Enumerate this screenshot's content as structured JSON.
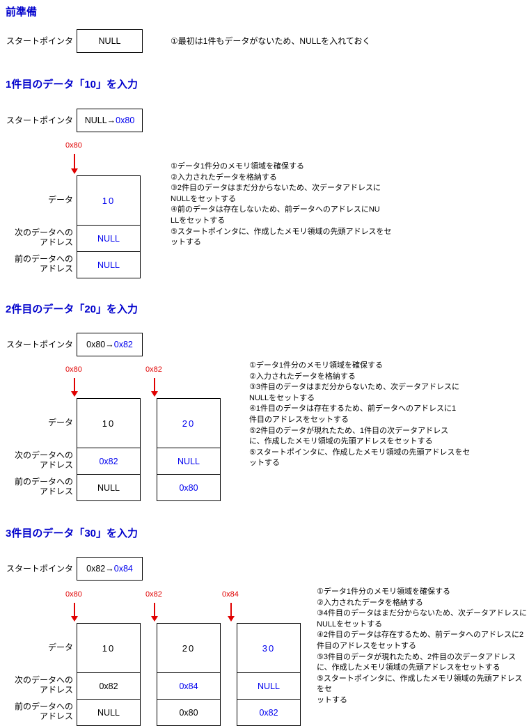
{
  "palette": {
    "title_blue": "#0000cc",
    "value_blue": "#0000ee",
    "address_red": "#e00000",
    "text_black": "#000000"
  },
  "row_labels": {
    "data": "データ",
    "next": "次のデータへの\nアドレス",
    "prev": "前のデータへの\nアドレス"
  },
  "sections": [
    {
      "title": "前準備",
      "start_pointer": {
        "label": "スタートポインタ",
        "old": "NULL"
      },
      "notes": "①最初は1件もデータがないため、NULLを入れておく",
      "nodes": []
    },
    {
      "title": "1件目のデータ「10」を入力",
      "start_pointer": {
        "label": "スタートポインタ",
        "old": "NULL",
        "arrow": "→",
        "new": "0x80"
      },
      "notes": "①データ1件分のメモリ領域を確保する\n②入力されたデータを格納する\n③2件目のデータはまだ分からないため、次データアドレスに\nNULLをセットする\n④前のデータは存在しないため、前データへのアドレスにNU\nLLをセットする\n⑤スタートポインタに、作成したメモリ領域の先頭アドレスをセ\nットする",
      "nodes": [
        {
          "address": "0x80",
          "data": {
            "value": "10",
            "color": "blue"
          },
          "next": {
            "value": "NULL",
            "color": "blue"
          },
          "prev": {
            "value": "NULL",
            "color": "blue"
          }
        }
      ]
    },
    {
      "title": "2件目のデータ「20」を入力",
      "start_pointer": {
        "label": "スタートポインタ",
        "old": "0x80",
        "arrow": "→",
        "new": "0x82"
      },
      "notes": "①データ1件分のメモリ領域を確保する\n②入力されたデータを格納する\n③3件目のデータはまだ分からないため、次データアドレスに\nNULLをセットする\n④1件目のデータは存在するため、前データへのアドレスに1\n件目のアドレスをセットする\n⑤2件目のデータが現れたため、1件目の次データアドレス\nに、作成したメモリ領域の先頭アドレスをセットする\n⑤スタートポインタに、作成したメモリ領域の先頭アドレスをセ\nットする",
      "nodes": [
        {
          "address": "0x80",
          "data": {
            "value": "10",
            "color": "black"
          },
          "next": {
            "value": "0x82",
            "color": "blue"
          },
          "prev": {
            "value": "NULL",
            "color": "black"
          }
        },
        {
          "address": "0x82",
          "data": {
            "value": "20",
            "color": "blue"
          },
          "next": {
            "value": "NULL",
            "color": "blue"
          },
          "prev": {
            "value": "0x80",
            "color": "blue"
          }
        }
      ]
    },
    {
      "title": "3件目のデータ「30」を入力",
      "start_pointer": {
        "label": "スタートポインタ",
        "old": "0x82",
        "arrow": "→",
        "new": "0x84"
      },
      "notes": "①データ1件分のメモリ領域を確保する\n②入力されたデータを格納する\n③4件目のデータはまだ分からないため、次データアドレスに\nNULLをセットする\n④2件目のデータは存在するため、前データへのアドレスに2\n件目のアドレスをセットする\n⑤3件目のデータが現れたため、2件目の次データアドレス\nに、作成したメモリ領域の先頭アドレスをセットする\n⑤スタートポインタに、作成したメモリ領域の先頭アドレスをセ\nットする",
      "nodes": [
        {
          "address": "0x80",
          "data": {
            "value": "10",
            "color": "black"
          },
          "next": {
            "value": "0x82",
            "color": "black"
          },
          "prev": {
            "value": "NULL",
            "color": "black"
          }
        },
        {
          "address": "0x82",
          "data": {
            "value": "20",
            "color": "black"
          },
          "next": {
            "value": "0x84",
            "color": "blue"
          },
          "prev": {
            "value": "0x80",
            "color": "black"
          }
        },
        {
          "address": "0x84",
          "data": {
            "value": "30",
            "color": "blue"
          },
          "next": {
            "value": "NULL",
            "color": "blue"
          },
          "prev": {
            "value": "0x82",
            "color": "blue"
          }
        }
      ]
    }
  ]
}
